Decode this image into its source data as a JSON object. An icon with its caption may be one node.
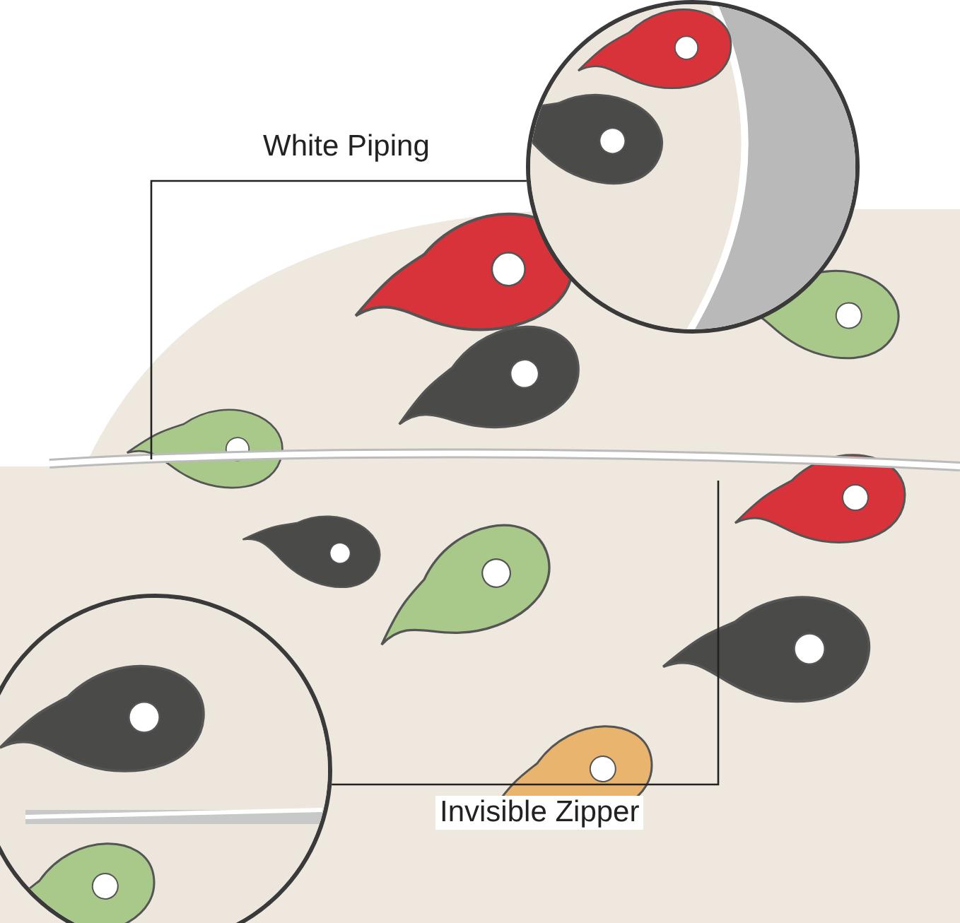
{
  "diagram": {
    "nodes": [
      {
        "text": [],
        "shape": "picture"
      },
      {
        "text": [],
        "shape": "picture"
      },
      {
        "text": [],
        "shape": "picture"
      }
    ],
    "edges": [
      {
        "from": 1,
        "to": 0,
        "arrow": "none",
        "label": "White Piping"
      },
      {
        "from": 2,
        "to": 0,
        "arrow": "none",
        "label": "Invisible Zipper"
      }
    ]
  }
}
